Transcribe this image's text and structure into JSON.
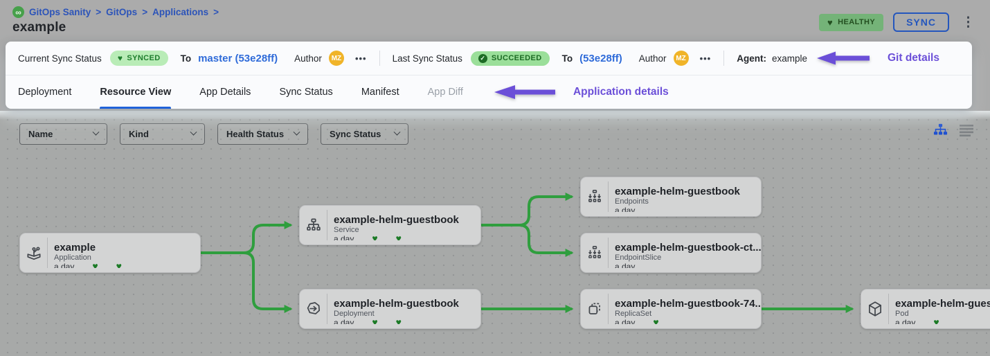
{
  "colors": {
    "accent_purple": "#6b4fd8",
    "breadcrumb_blue": "#2c54b9",
    "link_blue": "#2f6bd9",
    "active_tab_blue": "#1f62d9",
    "sync_btn_blue": "#2456bd",
    "edge_green": "#2f9e3e",
    "heart_green": "#1b7a26",
    "logo_green": "#46a04a",
    "synced_badge_bg": "#b9ecb7",
    "synced_badge_text": "#1d7d2c",
    "succeeded_badge_bg": "#9bdf9a",
    "succeeded_badge_text": "#1d6b24",
    "healthy_badge_bg": "#74b378",
    "healthy_badge_text": "#234f20",
    "avatar_yellow": "#f0b429",
    "header_gray": "#ababab",
    "canvas_gray": "#a7a9a8",
    "node_bg": "#d3d4d4"
  },
  "icons": {
    "heart": "♥",
    "ellipsis": "•••",
    "kebab": "⋮",
    "logo": "∞",
    "check": "✓",
    "breadcrumb_separator": ">"
  },
  "breadcrumb": {
    "items": [
      "GitOps Sanity",
      "GitOps",
      "Applications"
    ]
  },
  "title": "example",
  "header": {
    "health_badge": "HEALTHY",
    "sync_button": "SYNC"
  },
  "sync_bar": {
    "current_label": "Current Sync Status",
    "current_badge": "SYNCED",
    "current_to": "To",
    "current_target": "master (53e28ff)",
    "current_author_label": "Author",
    "current_author": "MZ",
    "last_label": "Last Sync Status",
    "last_badge": "SUCCEEDED",
    "last_to": "To",
    "last_target": "(53e28ff)",
    "last_author_label": "Author",
    "last_author": "MZ",
    "agent_label": "Agent:",
    "agent_value": "example",
    "git_annotation": "Git details"
  },
  "tabs": {
    "items": [
      {
        "label": "Deployment",
        "state": "default"
      },
      {
        "label": "Resource View",
        "state": "active"
      },
      {
        "label": "App Details",
        "state": "default"
      },
      {
        "label": "Sync Status",
        "state": "default"
      },
      {
        "label": "Manifest",
        "state": "default"
      },
      {
        "label": "App Diff",
        "state": "disabled"
      }
    ],
    "annotation": "Application details"
  },
  "filters": {
    "items": [
      {
        "label": "Name"
      },
      {
        "label": "Kind"
      },
      {
        "label": "Health Status"
      },
      {
        "label": "Sync Status"
      }
    ]
  },
  "graph": {
    "nodes": [
      {
        "title": "example",
        "kind": "Application",
        "age": "a day",
        "hearts": 2
      },
      {
        "title": "example-helm-guestbook",
        "kind": "Service",
        "age": "a day",
        "hearts": 2
      },
      {
        "title": "example-helm-guestbook",
        "kind": "Deployment",
        "age": "a day",
        "hearts": 2
      },
      {
        "title": "example-helm-guestbook",
        "kind": "Endpoints",
        "age": "a day",
        "hearts": 0
      },
      {
        "title": "example-helm-guestbook-ct...",
        "kind": "EndpointSlice",
        "age": "a day",
        "hearts": 0
      },
      {
        "title": "example-helm-guestbook-74...",
        "kind": "ReplicaSet",
        "age": "a day",
        "hearts": 1
      },
      {
        "title": "example-helm-guest",
        "kind": "Pod",
        "age": "a day",
        "hearts": 1
      }
    ]
  }
}
